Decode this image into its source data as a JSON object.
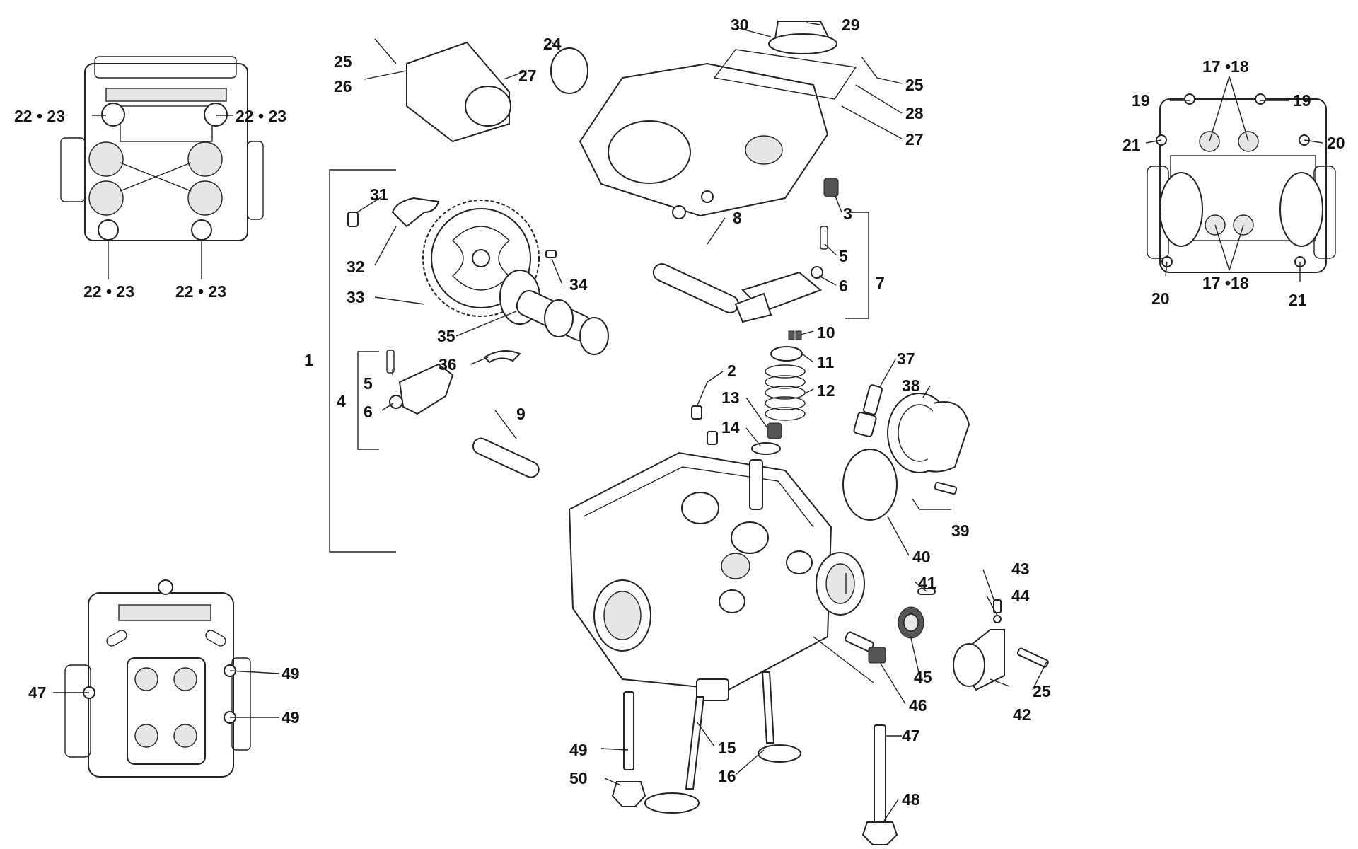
{
  "callouts": [
    {
      "id": "c1",
      "text": "1"
    },
    {
      "id": "c2",
      "text": "2"
    },
    {
      "id": "c3",
      "text": "3"
    },
    {
      "id": "c4",
      "text": "4"
    },
    {
      "id": "c5a",
      "text": "5"
    },
    {
      "id": "c5b",
      "text": "5"
    },
    {
      "id": "c6a",
      "text": "6"
    },
    {
      "id": "c6b",
      "text": "6"
    },
    {
      "id": "c7",
      "text": "7"
    },
    {
      "id": "c8",
      "text": "8"
    },
    {
      "id": "c9",
      "text": "9"
    },
    {
      "id": "c10",
      "text": "10"
    },
    {
      "id": "c11",
      "text": "11"
    },
    {
      "id": "c12",
      "text": "12"
    },
    {
      "id": "c13",
      "text": "13"
    },
    {
      "id": "c14",
      "text": "14"
    },
    {
      "id": "c15",
      "text": "15"
    },
    {
      "id": "c16",
      "text": "16"
    },
    {
      "id": "c17a",
      "text": "17 •18"
    },
    {
      "id": "c17b",
      "text": "17 •18"
    },
    {
      "id": "c19a",
      "text": "19"
    },
    {
      "id": "c19b",
      "text": "19"
    },
    {
      "id": "c20a",
      "text": "20"
    },
    {
      "id": "c20b",
      "text": "20"
    },
    {
      "id": "c21a",
      "text": "21"
    },
    {
      "id": "c21b",
      "text": "21"
    },
    {
      "id": "c22a",
      "text": "22 • 23"
    },
    {
      "id": "c22b",
      "text": "22 • 23"
    },
    {
      "id": "c22c",
      "text": "22 • 23"
    },
    {
      "id": "c22d",
      "text": "22 • 23"
    },
    {
      "id": "c24",
      "text": "24"
    },
    {
      "id": "c25a",
      "text": "25"
    },
    {
      "id": "c25b",
      "text": "25"
    },
    {
      "id": "c25c",
      "text": "25"
    },
    {
      "id": "c26",
      "text": "26"
    },
    {
      "id": "c27a",
      "text": "27"
    },
    {
      "id": "c27b",
      "text": "27"
    },
    {
      "id": "c28",
      "text": "28"
    },
    {
      "id": "c29",
      "text": "29"
    },
    {
      "id": "c30",
      "text": "30"
    },
    {
      "id": "c31",
      "text": "31"
    },
    {
      "id": "c32",
      "text": "32"
    },
    {
      "id": "c33",
      "text": "33"
    },
    {
      "id": "c34",
      "text": "34"
    },
    {
      "id": "c35",
      "text": "35"
    },
    {
      "id": "c36",
      "text": "36"
    },
    {
      "id": "c37",
      "text": "37"
    },
    {
      "id": "c38",
      "text": "38"
    },
    {
      "id": "c39",
      "text": "39"
    },
    {
      "id": "c40",
      "text": "40"
    },
    {
      "id": "c41",
      "text": "41"
    },
    {
      "id": "c42",
      "text": "42"
    },
    {
      "id": "c43",
      "text": "43"
    },
    {
      "id": "c44",
      "text": "44"
    },
    {
      "id": "c45",
      "text": "45"
    },
    {
      "id": "c46",
      "text": "46"
    },
    {
      "id": "c47a",
      "text": "47"
    },
    {
      "id": "c47b",
      "text": "47"
    },
    {
      "id": "c48",
      "text": "48"
    },
    {
      "id": "c49a",
      "text": "49"
    },
    {
      "id": "c49b",
      "text": "49"
    },
    {
      "id": "c49c",
      "text": "49"
    },
    {
      "id": "c50",
      "text": "50"
    }
  ]
}
